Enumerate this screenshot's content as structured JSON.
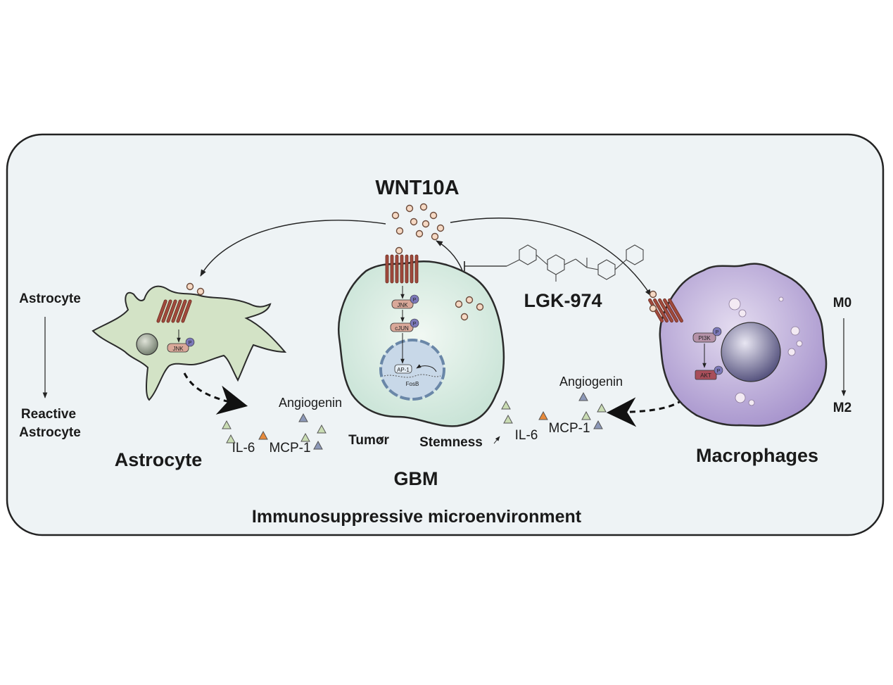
{
  "labels": {
    "wnt": "WNT10A",
    "drug": "LGK-974",
    "astro_left_top": "Astrocyte",
    "astro_left_bottom1": "Reactive",
    "astro_left_bottom2": "Astrocyte",
    "astrocyte": "Astrocyte",
    "gbm": "GBM",
    "macrophages": "Macrophages",
    "m0": "M0",
    "m2": "M2",
    "microenv": "Immunosuppressive microenvironment",
    "tumor": "Tumor",
    "stemness": "Stemness",
    "il6_left": "IL-6",
    "mcp1_left": "MCP-1",
    "angiogenin_left": "Angiogenin",
    "il6_right": "IL-6",
    "mcp1_right": "MCP-1",
    "angiogenin_right": "Angiogenin",
    "jnk_astro": "JNK",
    "jnk_gbm": "JNK",
    "cjun": "cJUN",
    "ap1": "AP-1",
    "fosb": "FosB",
    "pi3k": "PI3K",
    "akt": "AKT",
    "p": "P"
  },
  "colors": {
    "panel_bg": "#eef3f5",
    "astrocyte_fill": "#d3e3c6",
    "gbm_fill": "#d9ece4",
    "nucleus_fill": "#c8d8e8",
    "macrophage_fill": "#b7a7d4",
    "receptor": "#a04a3c",
    "ligand": "#f6d9c4",
    "il6_triangle": "#c9dcb3",
    "mcp1_triangle": "#e88a3a",
    "angiogenin_triangle": "#8c98b8",
    "phospho": "#7b78b8"
  }
}
